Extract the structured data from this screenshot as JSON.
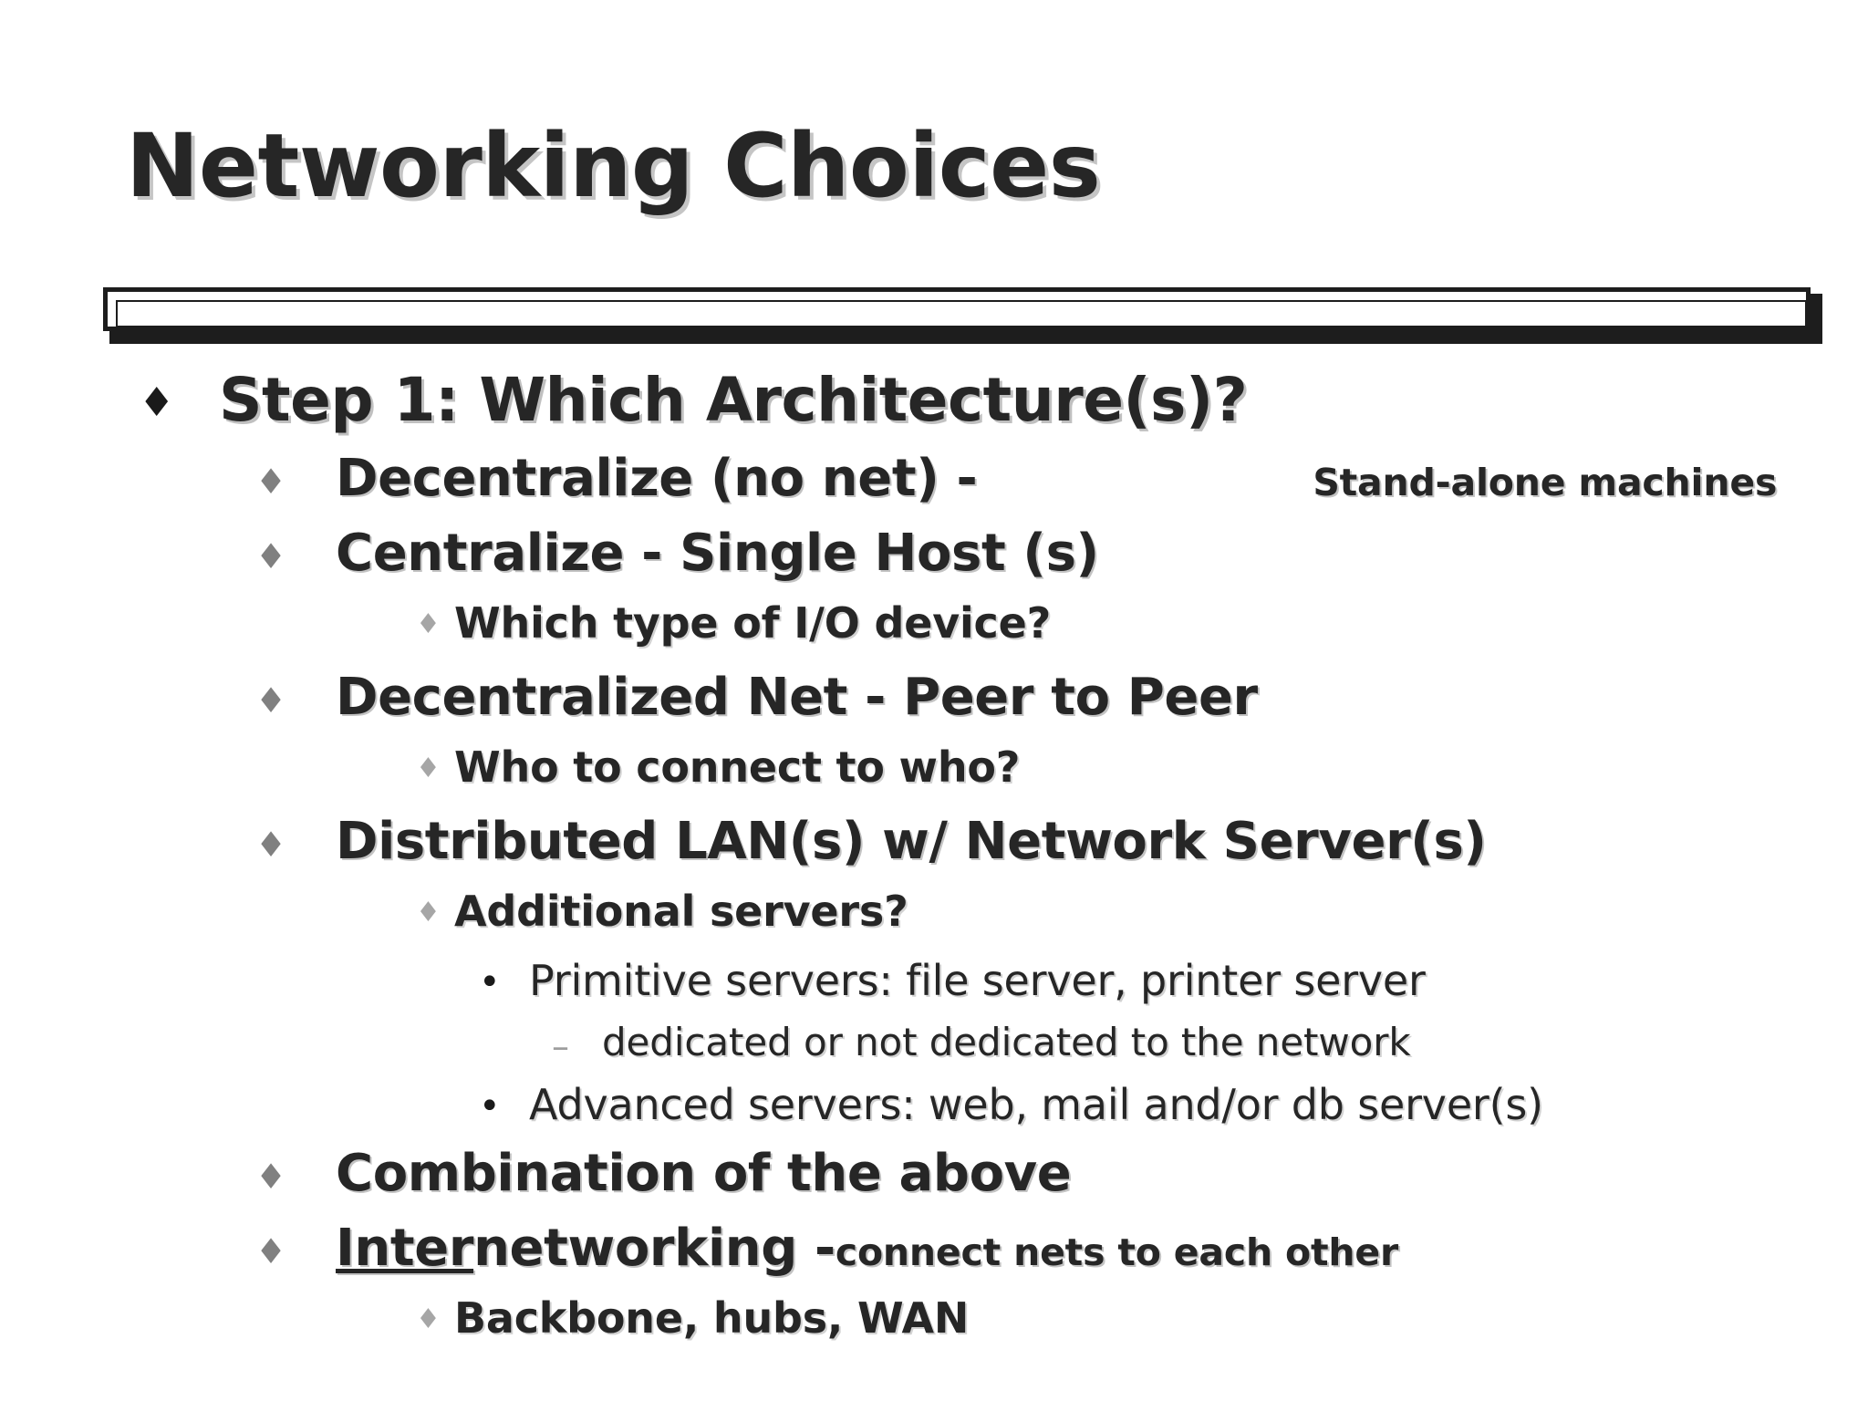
{
  "slide": {
    "title": "Networking Choices",
    "divider": {
      "style": "embossed-bar",
      "color": "#1d1d1d"
    },
    "colors": {
      "text": "#262626",
      "bullet_level1": "#1a1a1a",
      "bullet_level2": "#808080",
      "bullet_level3": "#a6a6a6",
      "bullet_level4": "#1a1a1a",
      "bullet_level5": "#9d9d9d",
      "shadow": "#969696",
      "background": "#ffffff"
    },
    "bullet_glyphs": {
      "diamond": "♦",
      "round": "•",
      "dash": "–"
    },
    "outline": [
      {
        "level": 1,
        "bullet": "diamond",
        "text": "Step 1: Which Architecture(s)?"
      },
      {
        "level": 2,
        "bullet": "diamond",
        "text": "Decentralize (no net) - ",
        "text_small": "Stand-alone machines"
      },
      {
        "level": 2,
        "bullet": "diamond",
        "text": "Centralize - Single Host (s)"
      },
      {
        "level": 3,
        "bullet": "diamond",
        "text": "Which type of I/O device?"
      },
      {
        "level": 2,
        "bullet": "diamond",
        "text": "Decentralized Net - Peer to Peer"
      },
      {
        "level": 3,
        "bullet": "diamond",
        "text": "Who to connect to who?"
      },
      {
        "level": 2,
        "bullet": "diamond",
        "text": "Distributed LAN(s) w/ Network Server(s)"
      },
      {
        "level": 3,
        "bullet": "diamond",
        "text": "Additional servers?"
      },
      {
        "level": 4,
        "bullet": "round",
        "text": "Primitive servers: file server, printer server"
      },
      {
        "level": 5,
        "bullet": "dash",
        "text": "dedicated or not dedicated to the network"
      },
      {
        "level": 4,
        "bullet": "round",
        "text": "Advanced servers: web, mail and/or db server(s)"
      },
      {
        "level": 2,
        "bullet": "diamond",
        "text": "Combination of the above"
      },
      {
        "level": 2,
        "bullet": "diamond",
        "text_underlined": "Inter",
        "text_rest": "networking - ",
        "text_small": "connect nets to each other"
      },
      {
        "level": 3,
        "bullet": "diamond",
        "text": "Backbone, hubs, WAN"
      }
    ]
  }
}
